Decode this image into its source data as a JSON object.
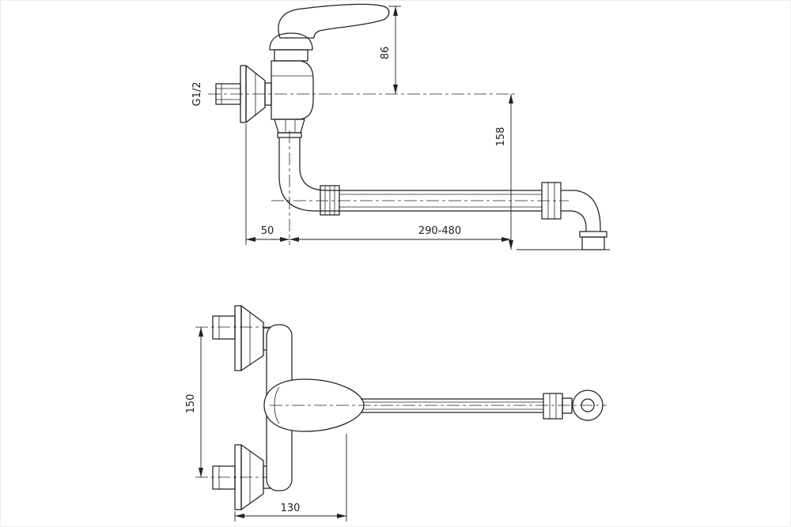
{
  "page": {
    "background": "#ffffff",
    "line_color": "#222222"
  },
  "side_view": {
    "handle_height": "86",
    "outlet_drop": "158",
    "thread": "G1/2",
    "wall_to_spout_axis": "50",
    "spout_reach": "290-480"
  },
  "plan_view": {
    "inlet_spacing": "150",
    "wall_to_handle_front": "130"
  }
}
